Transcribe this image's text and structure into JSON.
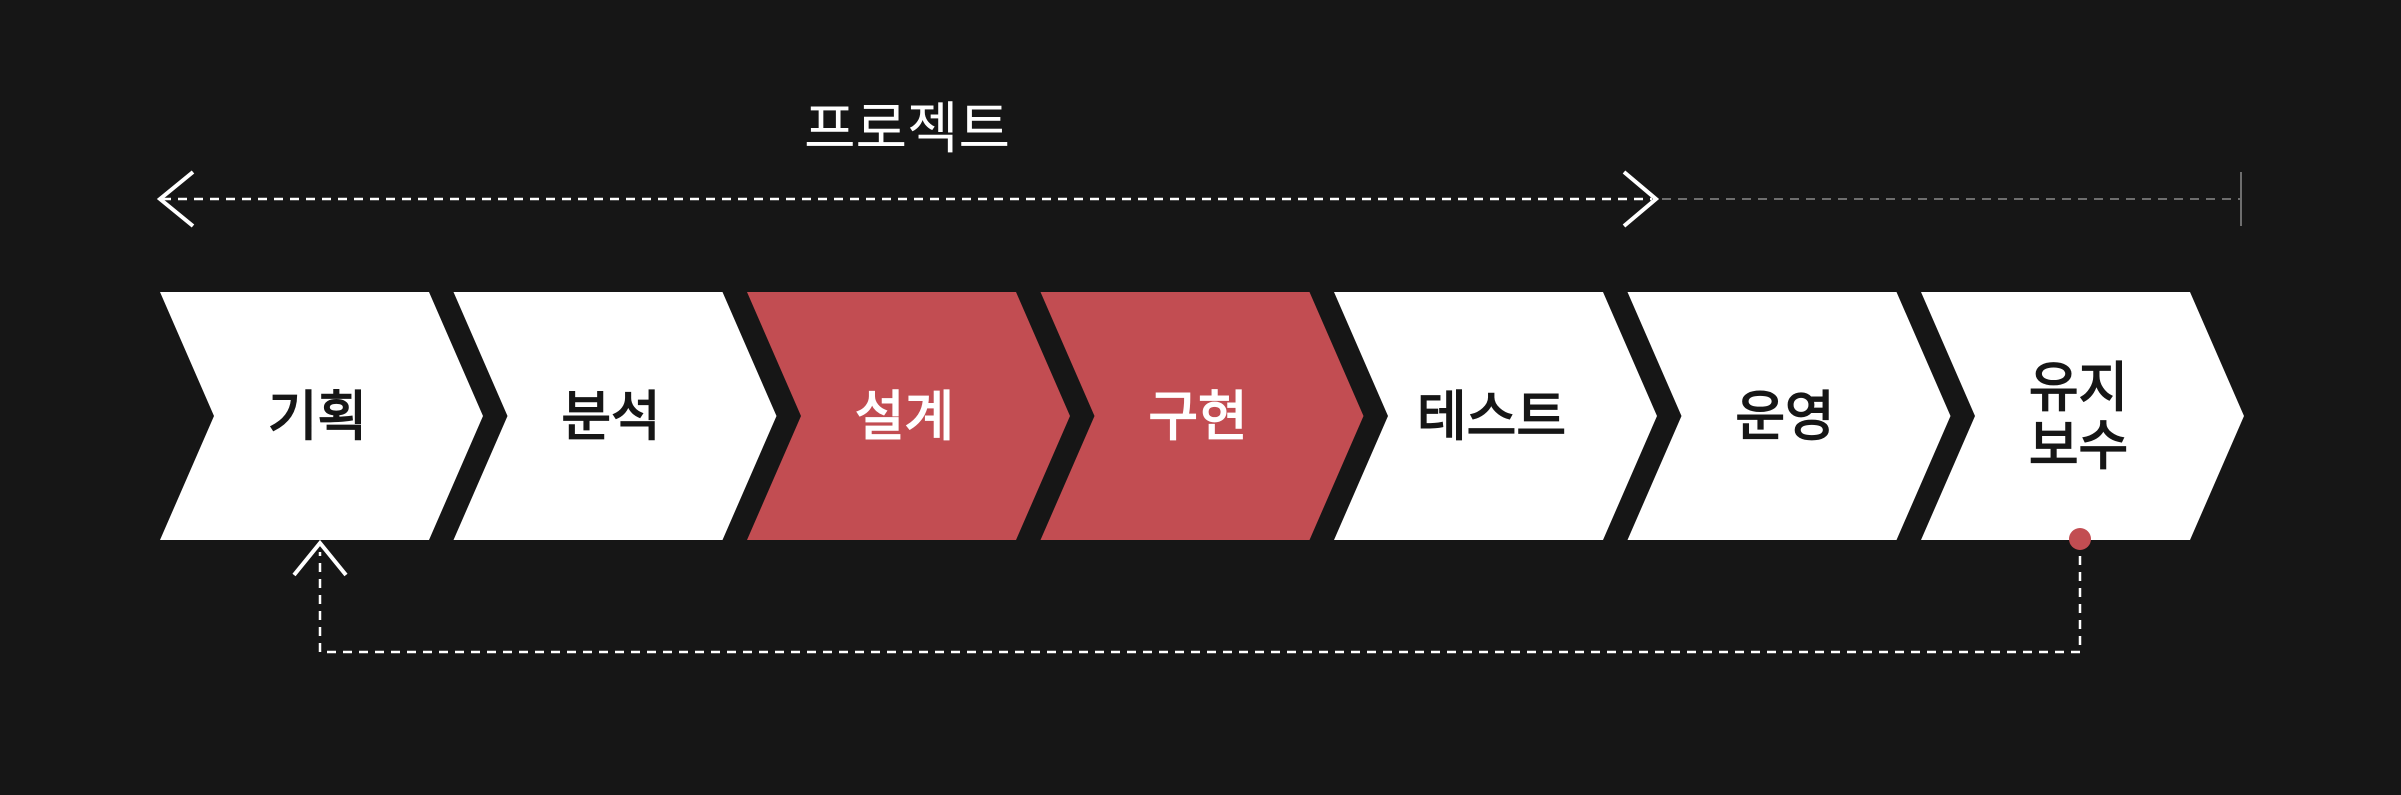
{
  "project_label": "프로젝트",
  "stages": [
    {
      "id": "planning",
      "lines": [
        "기획"
      ],
      "highlighted": false
    },
    {
      "id": "analysis",
      "lines": [
        "분석"
      ],
      "highlighted": false
    },
    {
      "id": "design",
      "lines": [
        "설계"
      ],
      "highlighted": true
    },
    {
      "id": "implementation",
      "lines": [
        "구현"
      ],
      "highlighted": true
    },
    {
      "id": "test",
      "lines": [
        "테스트"
      ],
      "highlighted": false
    },
    {
      "id": "operation",
      "lines": [
        "운영"
      ],
      "highlighted": false
    },
    {
      "id": "maintenance",
      "lines": [
        "유지",
        "보수"
      ],
      "highlighted": false
    }
  ],
  "colors": {
    "background": "#161616",
    "stage_fill": "#ffffff",
    "stage_text": "#161616",
    "highlight_fill": "#c24d52",
    "highlight_text": "#ffffff",
    "line": "#ffffff",
    "faded_line": "#6e6e6e",
    "marker": "#c24d52"
  }
}
